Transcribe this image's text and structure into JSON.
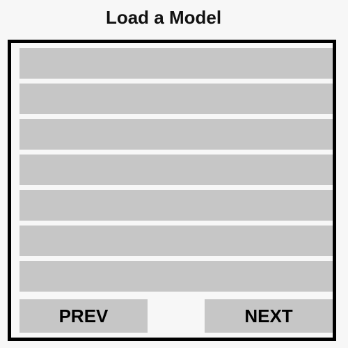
{
  "title": "Load a Model",
  "model_slots": [
    "",
    "",
    "",
    "",
    "",
    "",
    ""
  ],
  "buttons": {
    "prev_label": "PREV",
    "next_label": "NEXT"
  },
  "colors": {
    "background": "#f7f7f7",
    "slot": "#c6c6c6",
    "border": "#000000"
  }
}
